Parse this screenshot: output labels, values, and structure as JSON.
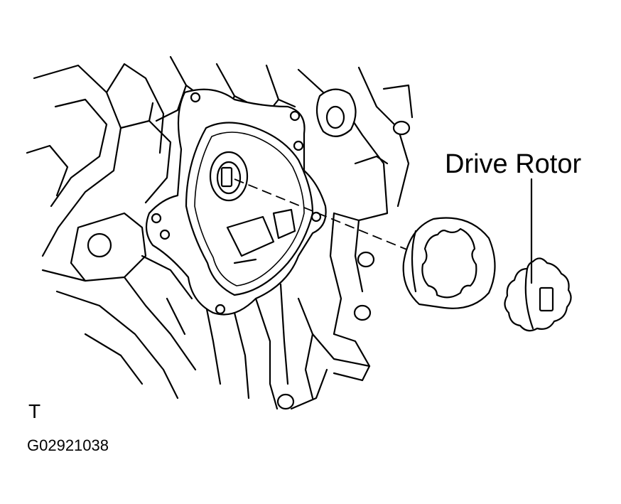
{
  "labels": {
    "drive_rotor": "Drive Rotor",
    "view_mark": "T",
    "figure_code": "G02921038"
  },
  "colors": {
    "ink": "#000000",
    "paper": "#ffffff"
  }
}
